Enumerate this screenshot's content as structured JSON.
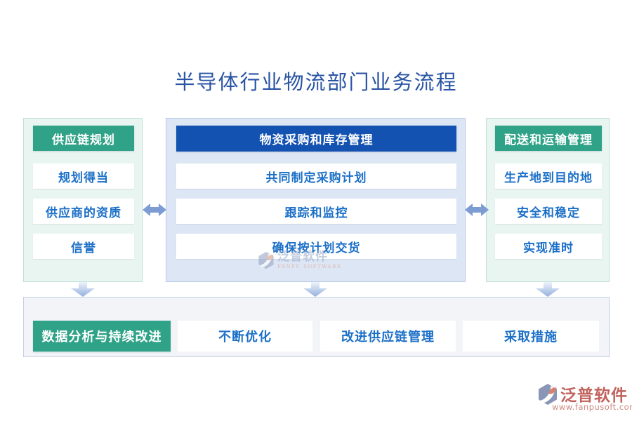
{
  "title": "半导体行业物流部门业务流程",
  "columns": [
    {
      "header": "供应链规划",
      "items": [
        "规划得当",
        "供应商的资质",
        "信誉"
      ]
    },
    {
      "header": "物资采购和库存管理",
      "items": [
        "共同制定采购计划",
        "跟踪和监控",
        "确保按计划交货"
      ]
    },
    {
      "header": "配送和运输管理",
      "items": [
        "生产地到目的地",
        "安全和稳定",
        "实现准时"
      ]
    }
  ],
  "bottom_row": {
    "header": "数据分析与持续改进",
    "items": [
      "不断优化",
      "改进供应链管理",
      "采取措施"
    ]
  },
  "watermark": {
    "brand": "泛普软件",
    "brand_en": "FANPU SOFTWARE"
  },
  "logo": {
    "brand": "泛普软件",
    "website": "www.fanpusoft.com"
  },
  "colors": {
    "title_blue": "#2a54a5",
    "header_green": "#2fa287",
    "header_blue": "#1452b2",
    "node_text_blue": "#1c70c8",
    "panel_green_bg": "#e8f5f0",
    "panel_blue_bg": "#dce6f5",
    "bottom_bg": "#f2f4f8",
    "arrow_blue": "#7e9cd4",
    "logo_red": "#c0635c"
  }
}
